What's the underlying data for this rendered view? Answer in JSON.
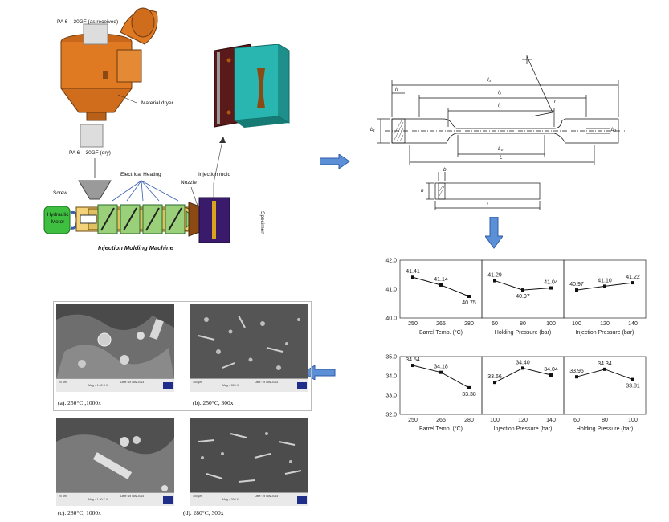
{
  "machine": {
    "pellet_top_label": "PA 6 – 30GF (as received)",
    "dryer_label": "Material dryer",
    "pellet_dry_label": "PA 6 – 30GF (dry)",
    "heating_label": "Electrical Heating",
    "screw_label": "Screw",
    "nozzle_label": "Nozzle",
    "mold_label": "Injection mold",
    "motor_label": "Hydraulic Motor",
    "specimen_label": "Specimen",
    "title": "Injection Molding Machine"
  },
  "specimen_drawing": {
    "l3": "l₃",
    "l2": "l₂",
    "l1": "l₁",
    "l0": "L₀",
    "L": "L",
    "r": "r",
    "h": "h",
    "b1": "b₁",
    "b2": "b₂",
    "b": "b",
    "h2": "h",
    "l": "l"
  },
  "sem_images": [
    {
      "caption": "(a). 250°C ,1000x",
      "scale": "20 µm",
      "mag": "Mag = 1.00 K X",
      "date": "Date :19 Nov 2014"
    },
    {
      "caption": "(b). 250°C, 300x",
      "scale": "100 µm",
      "mag": "Mag = 300 X",
      "date": "Date :19 Nov 2014"
    },
    {
      "caption": "(c). 280°C, 1000x",
      "scale": "20 µm",
      "mag": "Mag = 1.00 K X",
      "date": "Date :19 Nov 2014"
    },
    {
      "caption": "(d). 280°C, 300x",
      "scale": "100 µm",
      "mag": "Mag = 300 X",
      "date": "Date :19 Nov 2014"
    }
  ],
  "chart_data": [
    {
      "type": "line",
      "ylim": [
        40.0,
        42.0
      ],
      "yticks": [
        "42.0",
        "41.0",
        "40.0"
      ],
      "panels": [
        {
          "xlabel": "Barrel Temp. (°C)",
          "x": [
            "250",
            "265",
            "280"
          ],
          "values": [
            41.41,
            41.14,
            40.75
          ],
          "labels": [
            "41.41",
            "41.14",
            "40.75"
          ]
        },
        {
          "xlabel": "Holding Pressure (bar)",
          "x": [
            "60",
            "80",
            "100"
          ],
          "values": [
            41.29,
            40.97,
            41.04
          ],
          "labels": [
            "41.29",
            "40.97",
            "41.04"
          ]
        },
        {
          "xlabel": "Injection Pressure (bar)",
          "x": [
            "100",
            "120",
            "140"
          ],
          "values": [
            40.97,
            41.1,
            41.22
          ],
          "labels": [
            "40.97",
            "41.10",
            "41.22"
          ]
        }
      ]
    },
    {
      "type": "line",
      "ylim": [
        32.0,
        35.0
      ],
      "yticks": [
        "35.0",
        "34.0",
        "33.0",
        "32.0"
      ],
      "panels": [
        {
          "xlabel": "Barrel Temp. (°C)",
          "x": [
            "250",
            "265",
            "280"
          ],
          "values": [
            34.54,
            34.18,
            33.38
          ],
          "labels": [
            "34.54",
            "34.18",
            "33.38"
          ]
        },
        {
          "xlabel": "Injection Pressure (bar)",
          "x": [
            "100",
            "120",
            "140"
          ],
          "values": [
            33.66,
            34.4,
            34.04
          ],
          "labels": [
            "33.66",
            "34.40",
            "34.04"
          ]
        },
        {
          "xlabel": "Holding Pressure (bar)",
          "x": [
            "60",
            "80",
            "100"
          ],
          "values": [
            33.95,
            34.34,
            33.81
          ],
          "labels": [
            "33.95",
            "34.34",
            "33.81"
          ]
        }
      ]
    }
  ]
}
